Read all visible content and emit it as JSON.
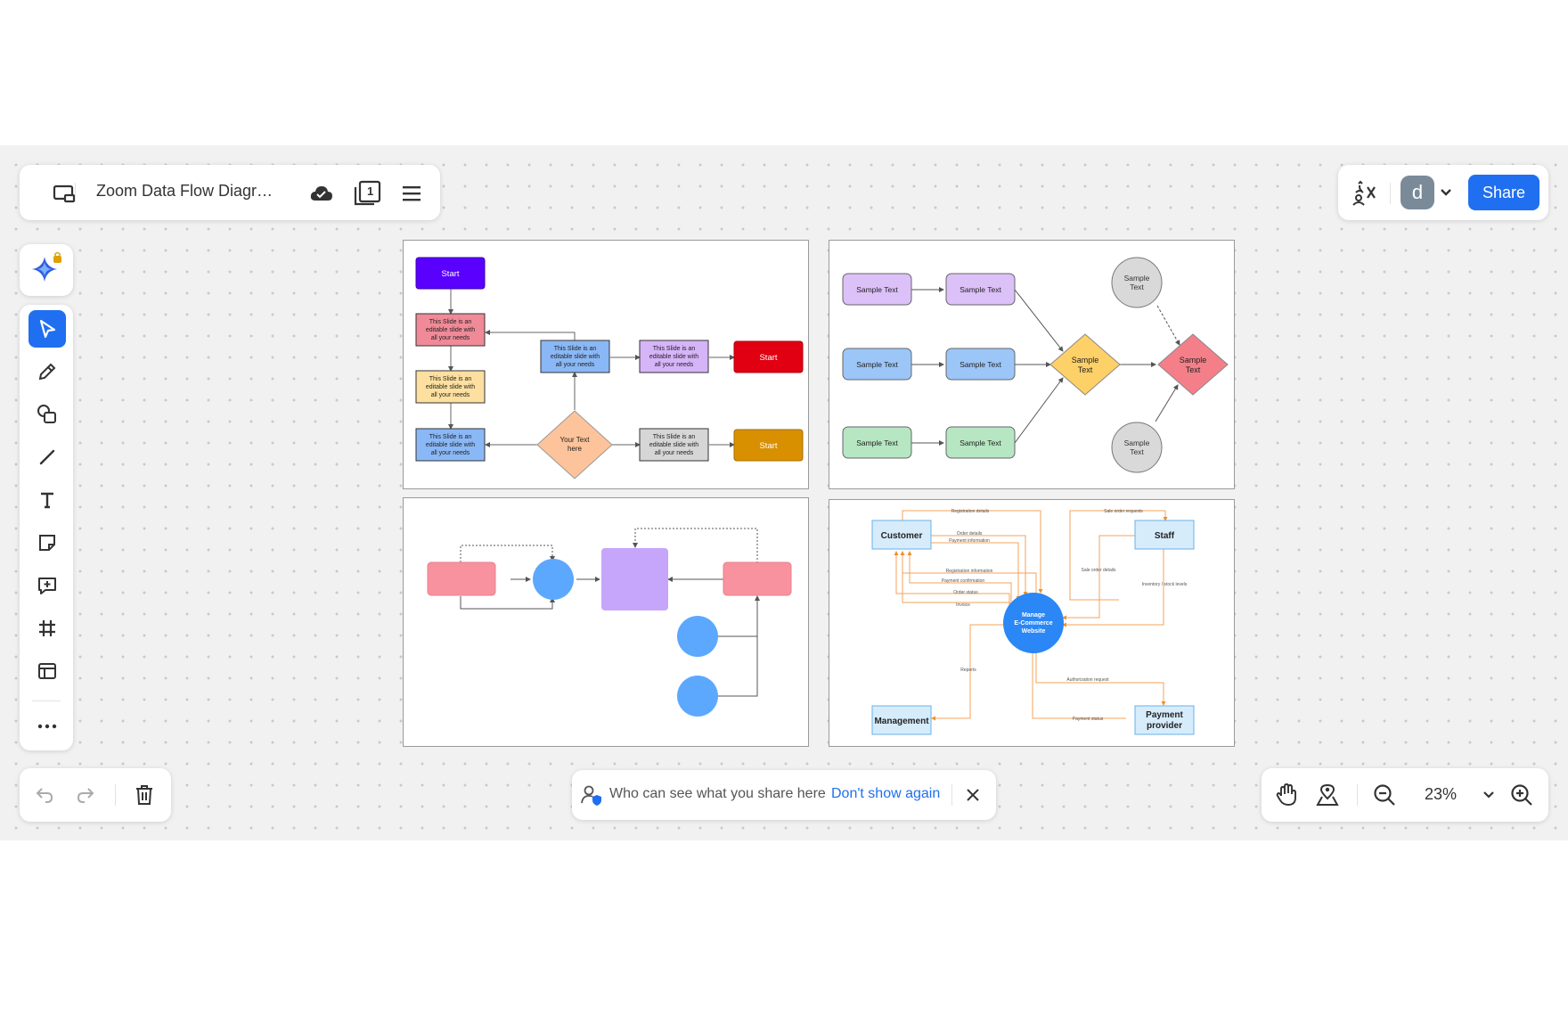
{
  "header": {
    "doc_title": "Zoom Data Flow Diagr…",
    "page_count": "1"
  },
  "share": {
    "avatar_letter": "d",
    "share_label": "Share",
    "accent": "#1f6ff0"
  },
  "toolbar": {
    "tools": [
      "ai-assistant",
      "select",
      "pen",
      "shapes",
      "line",
      "text",
      "sticky-note",
      "comment",
      "frame",
      "templates",
      "more"
    ]
  },
  "banner": {
    "message": "Who can see what you share here",
    "link": "Don't show again"
  },
  "zoom": {
    "level": "23%"
  },
  "slide1": {
    "start_top": "Start",
    "box_red": [
      "This Slide is an",
      "editable slide with",
      "all your needs"
    ],
    "box_yellow": [
      "This Slide is an",
      "editable slide with",
      "all your needs"
    ],
    "box_blue_left": [
      "This Slide is an",
      "editable slide with",
      "all your needs"
    ],
    "box_blue_mid": [
      "This Slide is an",
      "editable slide with",
      "all your needs"
    ],
    "box_purple": [
      "This Slide is an",
      "editable slide with",
      "all your needs"
    ],
    "box_gray": [
      "This Slide is an",
      "editable slide with",
      "all your needs"
    ],
    "diamond": [
      "Your Text",
      "here"
    ],
    "start_red": "Start",
    "start_orange": "Start"
  },
  "slide2": {
    "left_col": [
      "Sample Text",
      "Sample Text",
      "Sample Text"
    ],
    "mid_col": [
      "Sample Text",
      "Sample Text",
      "Sample Text"
    ],
    "diamond_yellow": [
      "Sample",
      "Text"
    ],
    "diamond_red": [
      "Sample",
      "Text"
    ],
    "circle_top": [
      "Sample",
      "Text"
    ],
    "circle_bottom": [
      "Sample",
      "Text"
    ]
  },
  "slide4": {
    "customer": "Customer",
    "staff": "Staff",
    "management": "Management",
    "payment": [
      "Payment",
      "provider"
    ],
    "center": [
      "Manage",
      "E-Commerce",
      "Website"
    ],
    "labels": {
      "reg_details": "Registration details",
      "sale_order_requests": "Sale order requests",
      "order_details": "Order details",
      "payment_information": "Payment information",
      "registration_information": "Registration information",
      "payment_confirmation": "Payment confirmation",
      "order_status": "Order status",
      "invoice": "Invoice",
      "sale_order_details": "Sale order details",
      "inventory": "Inventory / stock levels",
      "reports": "Reports",
      "authorization_request": "Authorization request",
      "payment_status": "Payment status"
    }
  }
}
